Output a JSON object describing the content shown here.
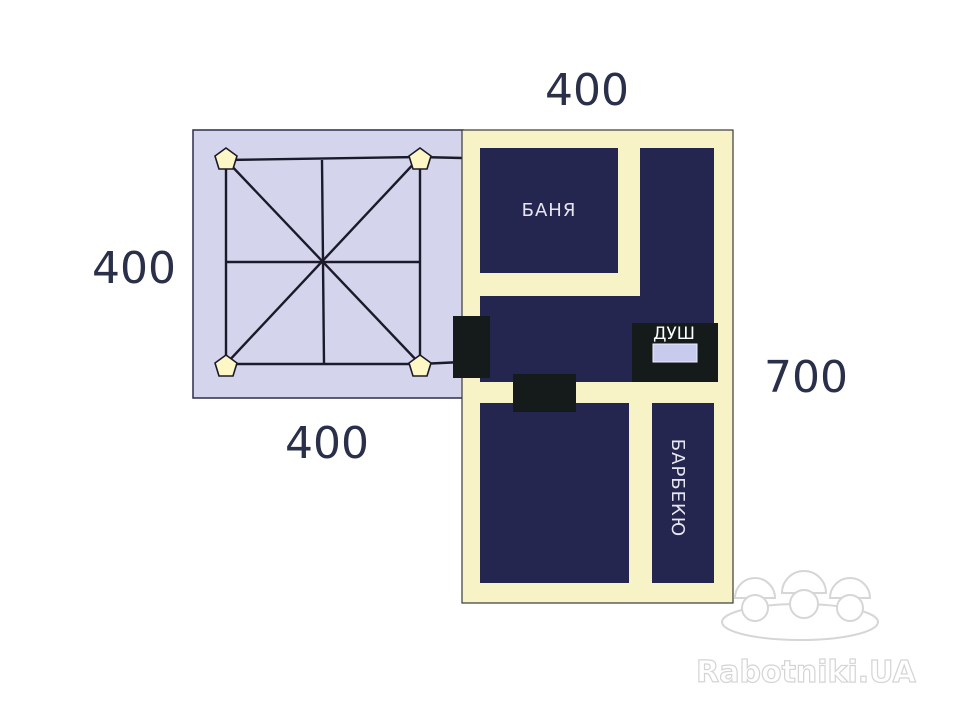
{
  "dimensions": {
    "top": "400",
    "left": "400",
    "bottom": "400",
    "right": "700"
  },
  "rooms": {
    "bath": "БАНЯ",
    "shower": "ДУШ",
    "bbq": "БАРБЕКЮ"
  },
  "watermark": {
    "text": "Rabotniki.UA",
    "icon": "three-workers-helmet-icon"
  },
  "colors": {
    "terrace_fill": "#d4d4ec",
    "wall_cream": "#f7f3c7",
    "room_navy": "#25264f",
    "door_black": "#151a1a",
    "column_yellow": "#fcf7c4",
    "beam_dark": "#1a1a2a",
    "dimension_text": "#2a2f4a"
  }
}
